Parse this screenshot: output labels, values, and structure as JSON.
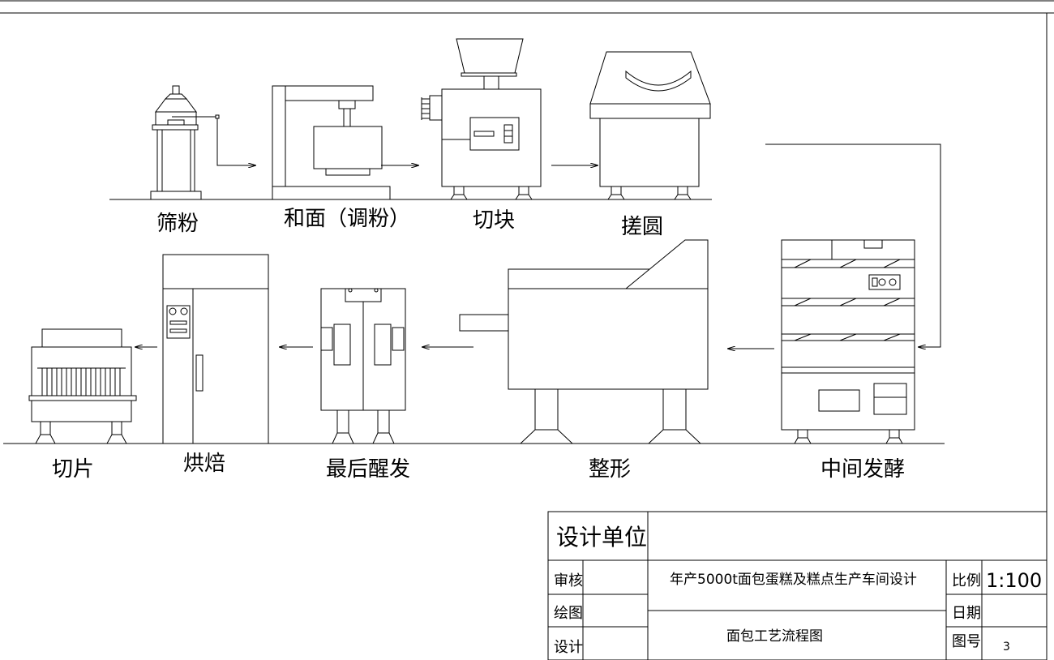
{
  "steps": {
    "sieving": "筛粉",
    "mixing": "和面（调粉）",
    "dividing": "切块",
    "rounding": "搓圆",
    "intermediate_proofing": "中间发酵",
    "shaping": "整形",
    "final_proofing": "最后醒发",
    "baking": "烘焙",
    "slicing": "切片"
  },
  "title_block": {
    "design_unit_label": "设计单位",
    "review_label": "审核",
    "drawing_label": "绘图",
    "design_label": "设计",
    "project_title": "年产5000t面包蛋糕及糕点生产车间设计",
    "drawing_title": "面包工艺流程图",
    "scale_label": "比例",
    "scale_value": "1:100",
    "date_label": "日期",
    "drawing_no_label": "图号",
    "drawing_no_value": "3"
  }
}
